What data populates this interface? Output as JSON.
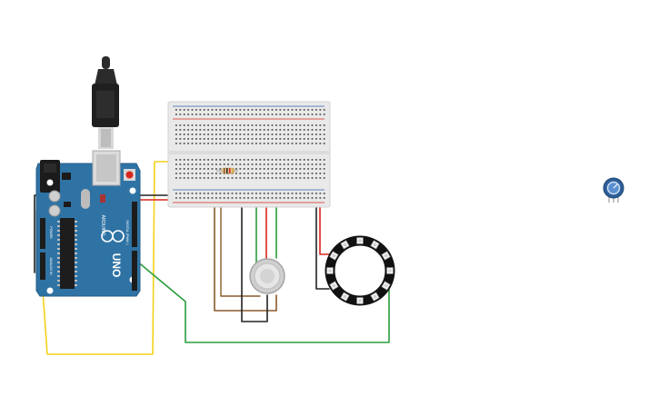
{
  "arduino": {
    "brand": "UNO",
    "logo_text": "ARDUINO",
    "header_digital": "DIGITAL (PWM~)",
    "header_analog": "ANALOG IN",
    "header_power": "POWER"
  },
  "colors": {
    "board_blue": "#2f73a5",
    "breadboard": "#e9e9e9",
    "wire_red": "#d9261c",
    "wire_black": "#222222",
    "wire_yellow": "#f3d21a",
    "wire_green": "#2a9d3a",
    "wire_brown": "#8a5a2b",
    "neopixel_black": "#111111",
    "potentiometer_blue": "#2c5e99"
  },
  "components": [
    {
      "name": "Arduino Uno R3",
      "icon": "arduino-board"
    },
    {
      "name": "USB cable",
      "icon": "usb-cable-icon"
    },
    {
      "name": "Breadboard small",
      "icon": "breadboard"
    },
    {
      "name": "Resistor",
      "icon": "resistor-icon"
    },
    {
      "name": "Piezo / sensor",
      "icon": "round-sensor-icon"
    },
    {
      "name": "NeoPixel ring 12",
      "icon": "neopixel-ring-icon"
    },
    {
      "name": "Potentiometer",
      "icon": "potentiometer-icon"
    }
  ]
}
